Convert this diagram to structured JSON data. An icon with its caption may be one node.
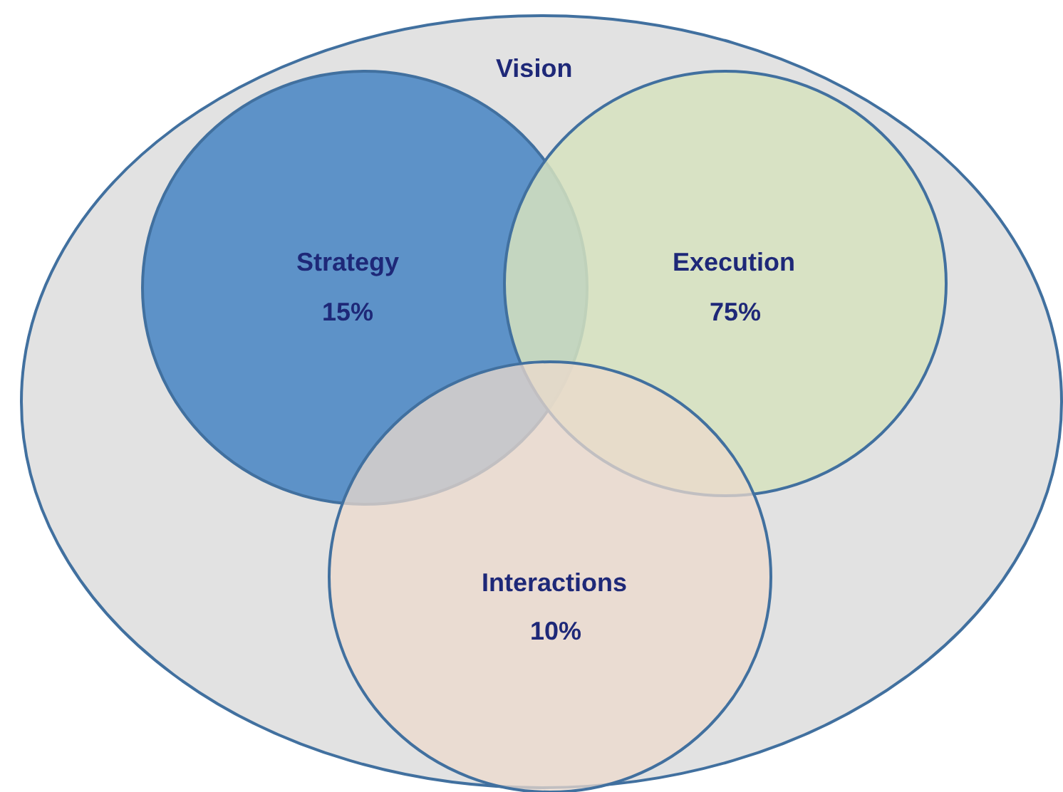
{
  "diagram": {
    "nodes": [
      {
        "text": [
          "Vision"
        ]
      },
      {
        "text": [
          "Strategy",
          "15%"
        ],
        "in": 0
      },
      {
        "text": [
          "Execution",
          "75%"
        ],
        "in": 0
      },
      {
        "text": [
          "Interactions",
          "10%"
        ],
        "in": 0
      }
    ]
  }
}
